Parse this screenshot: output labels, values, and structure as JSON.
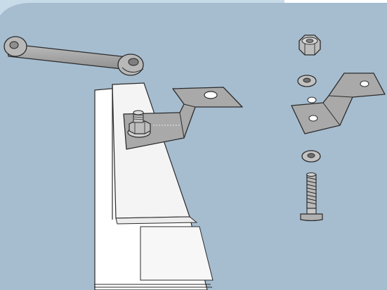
{
  "colors": {
    "background": "#a6bdd0",
    "header_band": "#c8dbe9",
    "metal": "#a9a9a9",
    "metal_light": "#cfcfcf",
    "metal_dark": "#8c8c8c",
    "outline": "#2b2b2b",
    "panel": "#ffffff"
  },
  "parts": [
    {
      "name": "connecting-rod",
      "kind": "rod"
    },
    {
      "name": "angled-bracket-installed",
      "kind": "z-bracket"
    },
    {
      "name": "hex-nut",
      "kind": "nut"
    },
    {
      "name": "flat-washer",
      "kind": "washer",
      "count": 2
    },
    {
      "name": "angled-bracket-loose",
      "kind": "z-bracket"
    },
    {
      "name": "carriage-bolt",
      "kind": "bolt"
    }
  ]
}
